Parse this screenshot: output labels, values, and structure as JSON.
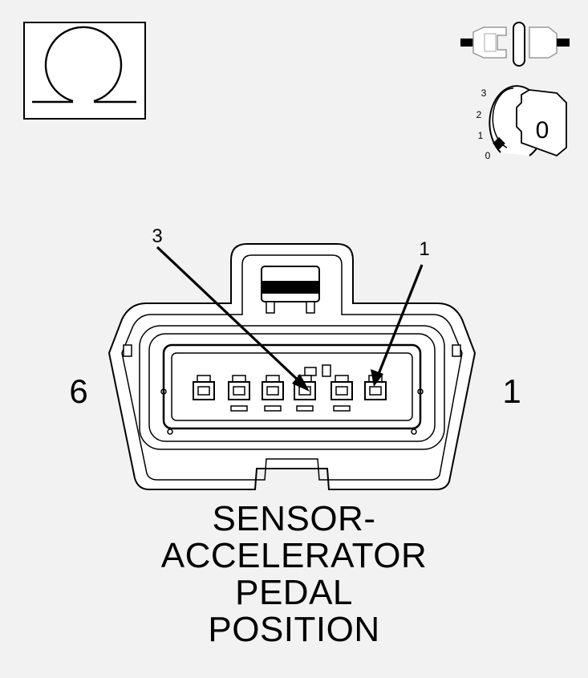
{
  "symbols": {
    "ohm": "Ω",
    "key_positions": [
      "3",
      "2",
      "1",
      "0"
    ],
    "key_label": "0"
  },
  "connector": {
    "side_left": "6",
    "side_right": "1",
    "callouts": [
      "3",
      "1"
    ]
  },
  "title_lines": [
    "SENSOR-",
    "ACCELERATOR",
    "PEDAL",
    "POSITION"
  ]
}
